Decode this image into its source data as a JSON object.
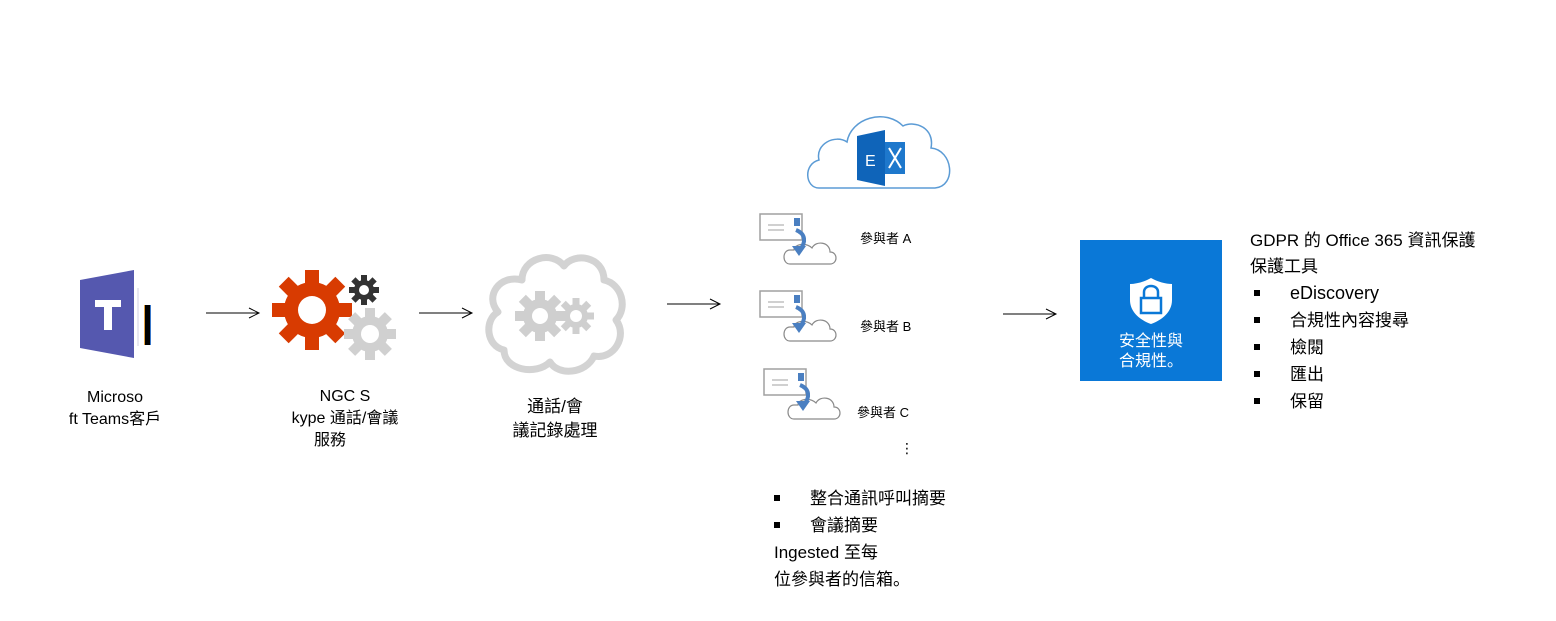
{
  "nodes": {
    "teams_client": {
      "label_line1": "Microso",
      "label_line2": "ft Teams客戶",
      "icon": "microsoft-teams-icon",
      "brand_color": "#5558af"
    },
    "ngc_service": {
      "label_line1": "NGC S",
      "label_line2": "kype 通話/會議",
      "label_line3": "服務",
      "icon": "gears-icon",
      "accent_color": "#d83b01"
    },
    "processing": {
      "label_line1": "通話/會",
      "label_line2": "議記錄處理",
      "icon": "cloud-gears-icon"
    },
    "exchange": {
      "icon": "exchange-cloud-icon",
      "brand_color": "#0f64b9"
    },
    "participants": [
      {
        "label": "參與者 A"
      },
      {
        "label": "參與者 B"
      },
      {
        "label": "參與者 C"
      }
    ],
    "more_indicator": "⋮",
    "ingest_summary": {
      "bullets": [
        "整合通訊呼叫摘要",
        "會議摘要"
      ],
      "text_line1": "Ingested 至每",
      "text_line2": "位參與者的信箱。"
    },
    "security": {
      "label_line1": "安全性與",
      "label_line2": "合規性。",
      "icon": "shield-lock-icon",
      "bg_color": "#0a78d7"
    },
    "gdpr_tools": {
      "title_line1": "GDPR 的 Office 365 資訊保護",
      "title_line2": "保護工具",
      "items": [
        "eDiscovery",
        "合規性內容搜尋",
        "檢閱",
        "匯出",
        "保留"
      ]
    }
  }
}
